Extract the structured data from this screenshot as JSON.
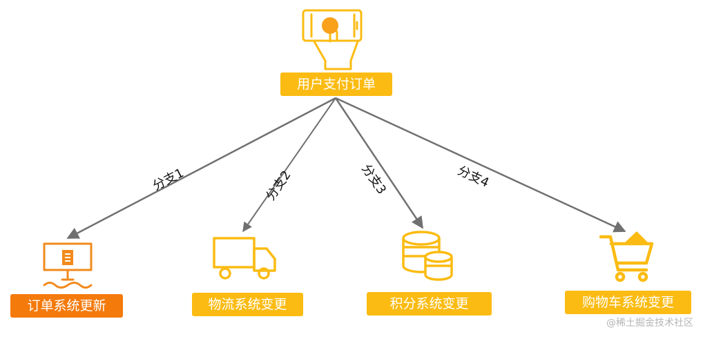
{
  "source": {
    "label": "用户支付订单"
  },
  "targets": [
    {
      "id": "order",
      "label": "订单系统更新"
    },
    {
      "id": "logistics",
      "label": "物流系统变更"
    },
    {
      "id": "points",
      "label": "积分系统变更"
    },
    {
      "id": "cart",
      "label": "购物车系统变更"
    }
  ],
  "branches": [
    {
      "label": "分支1"
    },
    {
      "label": "分支2"
    },
    {
      "label": "分支3"
    },
    {
      "label": "分支4"
    }
  ],
  "colors": {
    "accent": "#FBBB12",
    "order_highlight": "#F47A0C",
    "arrow": "#707070",
    "icon_orange": "#F28A1C",
    "icon_yellow": "#FBBB12"
  },
  "icons": {
    "source": "phone-tap-icon",
    "order": "monitor-document-icon",
    "logistics": "truck-icon",
    "points": "coin-stack-icon",
    "cart": "shopping-cart-icon"
  },
  "watermark": "@稀土掘金技术社区"
}
